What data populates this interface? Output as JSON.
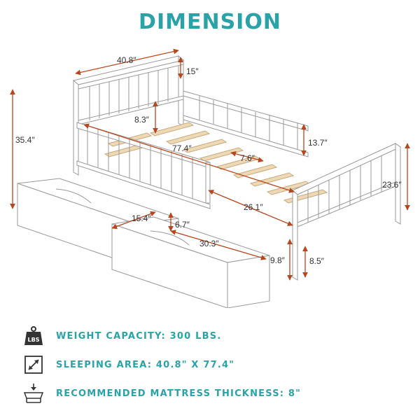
{
  "title": "DIMENSION",
  "colors": {
    "title": "#2aa3a8",
    "accent": "#b8461f",
    "spec_text": "#2aa3a8",
    "icon": "#333333"
  },
  "dimensions": {
    "headboard_width": "40.8″",
    "headboard_top": "15″",
    "headboard_gap": "8.3″",
    "total_height": "35.4″",
    "footboard_height": "13.7″",
    "footboard_total": "23.6″",
    "length": "77.4″",
    "slat_gap": "7.6″",
    "inner_length": "26.1″",
    "drawer_width": "15.4″",
    "drawer_height": "6.7″",
    "drawer_length": "30.3″",
    "under_bed": "9.8″",
    "leg_height": "8.5″"
  },
  "specs": [
    {
      "icon": "weight-icon",
      "icon_text": "LBS",
      "text": "WEIGHT CAPACITY: 300 LBS."
    },
    {
      "icon": "diagonal-arrow-icon",
      "text": "SLEEPING AREA: 40.8\" X 77.4\""
    },
    {
      "icon": "mattress-icon",
      "text": "RECOMMENDED MATTRESS THICKNESS: 8\""
    }
  ]
}
